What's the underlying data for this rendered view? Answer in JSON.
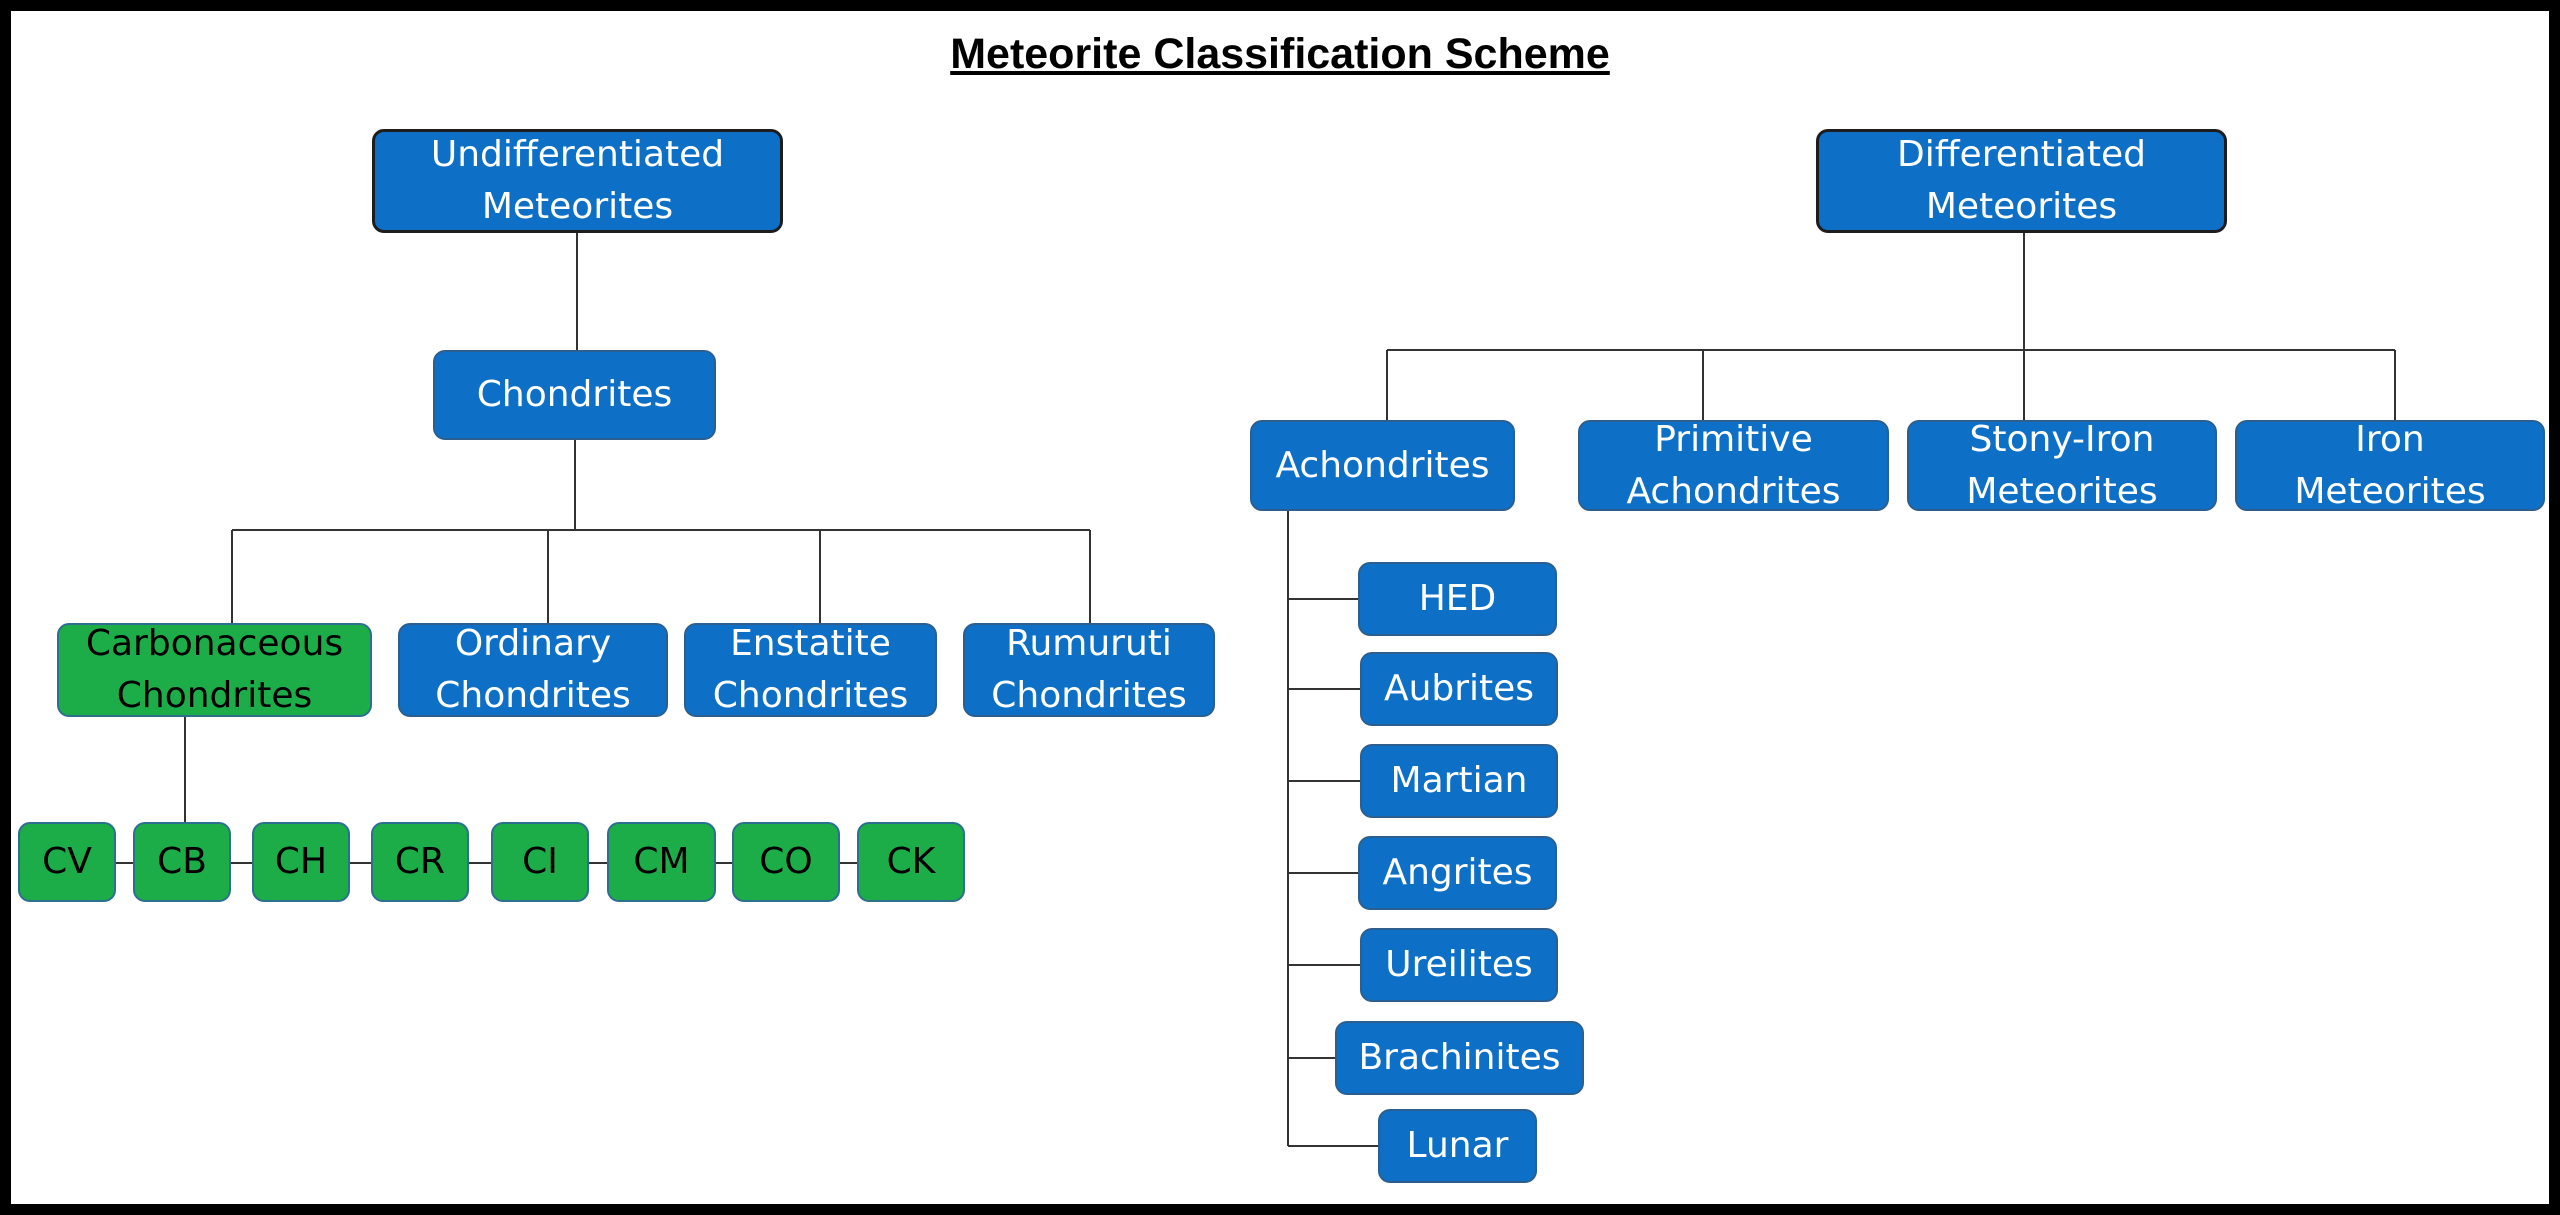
{
  "title": "Meteorite Classification Scheme",
  "colors": {
    "blue_node": "#0e6fc6",
    "green_node": "#1cad48",
    "border": "#000000"
  },
  "left": {
    "root": "Undifferentiated\nMeteorites",
    "chondrites": "Chondrites",
    "groups": {
      "carbonaceous": "Carbonaceous\nChondrites",
      "ordinary": "Ordinary\nChondrites",
      "enstatite": "Enstatite\nChondrites",
      "rumuruti": "Rumuruti\nChondrites"
    },
    "carbonaceous_types": [
      "CV",
      "CB",
      "CH",
      "CR",
      "CI",
      "CM",
      "CO",
      "CK"
    ]
  },
  "right": {
    "root": "Differentiated\nMeteorites",
    "groups": {
      "achondrites": "Achondrites",
      "primitive": "Primitive\nAchondrites",
      "stony_iron": "Stony-Iron\nMeteorites",
      "iron": "Iron\nMeteorites"
    },
    "achondrite_types": [
      "HED",
      "Aubrites",
      "Martian",
      "Angrites",
      "Ureilites",
      "Brachinites",
      "Lunar"
    ]
  }
}
